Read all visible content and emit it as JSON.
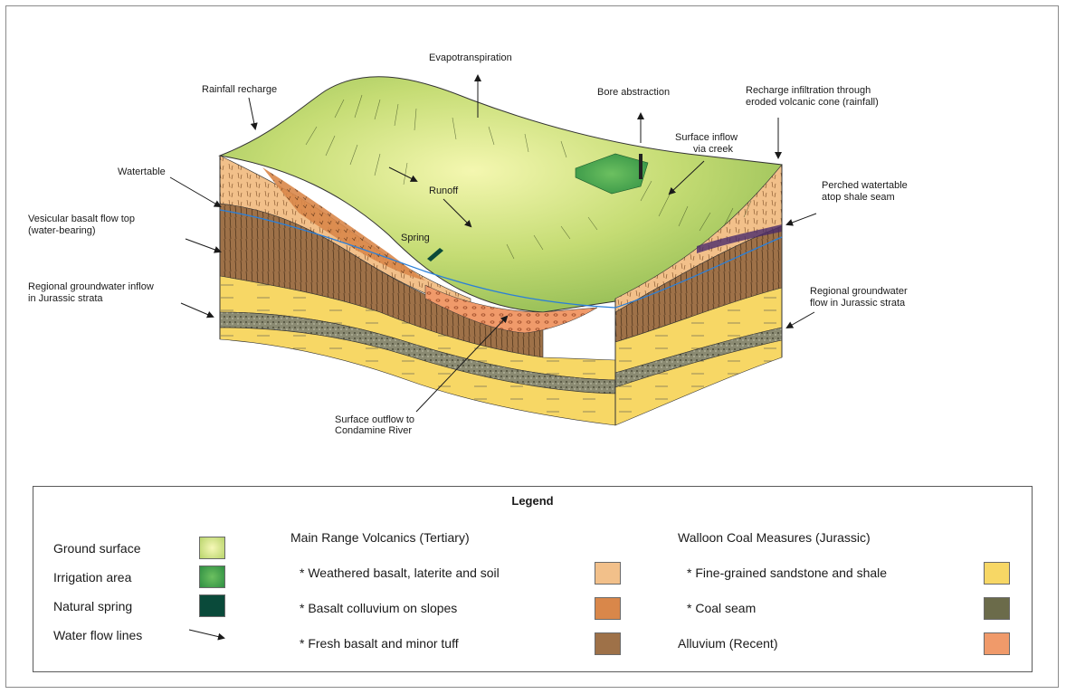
{
  "labels": {
    "evapotranspiration": "Evapotranspiration",
    "rainfall_recharge": "Rainfall recharge",
    "bore_abstraction": "Bore abstraction",
    "recharge_infiltration_1": "Recharge infiltration through",
    "recharge_infiltration_2": "eroded volcanic cone (rainfall)",
    "surface_inflow_1": "Surface inflow",
    "surface_inflow_2": "via creek",
    "watertable": "Watertable",
    "perched_1": "Perched watertable",
    "perched_2": "atop shale seam",
    "vesicular_1": "Vesicular basalt flow top",
    "vesicular_2": "(water-bearing)",
    "runoff": "Runoff",
    "spring": "Spring",
    "regional_inflow_1": "Regional groundwater inflow",
    "regional_inflow_2": "in Jurassic strata",
    "regional_flow_1": "Regional groundwater",
    "regional_flow_2": "flow in Jurassic strata",
    "outflow_1": "Surface outflow to",
    "outflow_2": "Condamine River"
  },
  "legend": {
    "title": "Legend",
    "left_items": [
      {
        "label": "Ground surface",
        "color": "#c4dc6e"
      },
      {
        "label": "Irrigation area",
        "color": "#3aa24a"
      },
      {
        "label": "Natural spring",
        "color": "#0a4a3a"
      },
      {
        "label": "Water flow lines"
      }
    ],
    "volcanics_heading": "Main Range Volcanics (Tertiary)",
    "volcanics_items": [
      {
        "label": "*  Weathered basalt, laterite and soil",
        "color": "#f2c08a"
      },
      {
        "label": "*  Basalt colluvium on slopes",
        "color": "#d9874a"
      },
      {
        "label": "*  Fresh basalt and minor tuff",
        "color": "#9e7148"
      }
    ],
    "walloon_heading": "Walloon Coal Measures (Jurassic)",
    "walloon_items": [
      {
        "label": "*  Fine-grained sandstone and shale",
        "color": "#f7d765"
      },
      {
        "label": "*  Coal seam",
        "color": "#6b6b4a"
      }
    ],
    "alluvium_label": "Alluvium (Recent)",
    "alluvium_color": "#f09a6a"
  }
}
